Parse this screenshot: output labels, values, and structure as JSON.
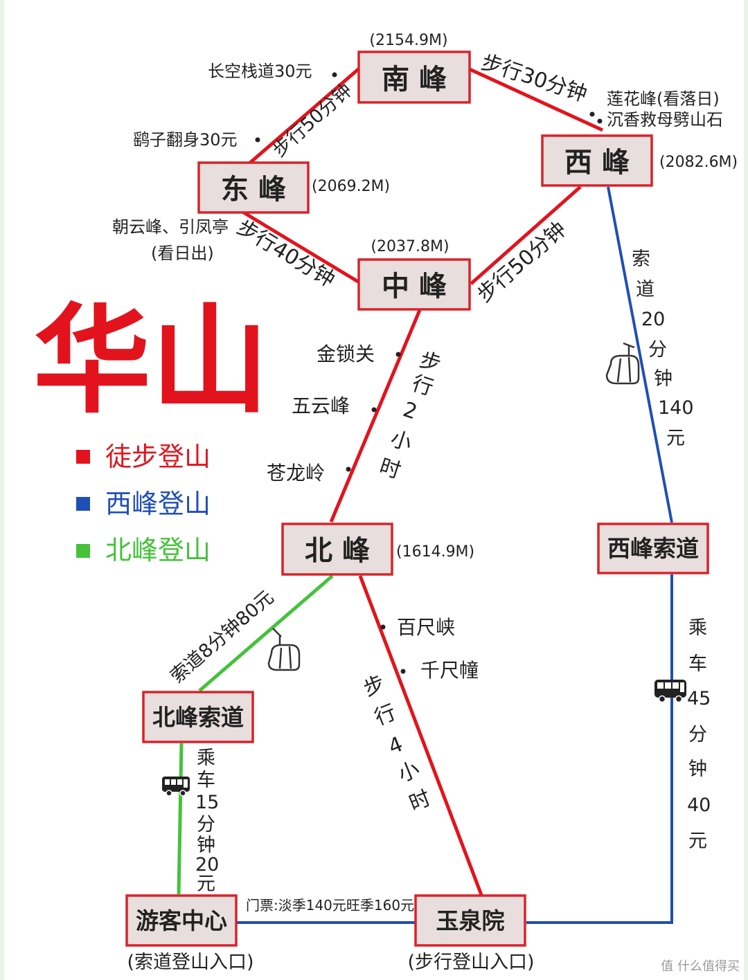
{
  "title": "华山",
  "legend": [
    {
      "label": "徒步登山",
      "color": "#e3131d"
    },
    {
      "label": "西峰登山",
      "color": "#1f4fb5"
    },
    {
      "label": "北峰登山",
      "color": "#44c23a"
    }
  ],
  "peaks": {
    "south": {
      "name": "南 峰",
      "elevation": "(2154.9M)"
    },
    "west": {
      "name": "西 峰",
      "elevation": "(2082.6M)"
    },
    "east": {
      "name": "东 峰",
      "elevation": "(2069.2M)"
    },
    "center": {
      "name": "中 峰",
      "elevation": "(2037.8M)"
    },
    "north": {
      "name": "北 峰",
      "elevation": "(1614.9M)"
    }
  },
  "stations": {
    "west_cable": "西峰索道",
    "north_cable": "北峰索道",
    "visitor_center": "游客中心",
    "yuquan": "玉泉院"
  },
  "entries": {
    "visitor_center": "(索道登山入口)",
    "yuquan": "(步行登山入口)"
  },
  "routes": {
    "south_west": "步行30分钟",
    "east_south": "步行50分钟",
    "east_center": "步行40分钟",
    "center_west": "步行50分钟",
    "center_north": [
      "步",
      "行",
      "2",
      "小",
      "时"
    ],
    "north_yuquan": [
      "步",
      "行",
      "4",
      "小",
      "时"
    ],
    "west_cable": [
      "索",
      "道",
      "20",
      "分",
      "钟",
      "140",
      "元"
    ],
    "north_cable": "索道8分钟80元",
    "bus_west": [
      "乘",
      "车",
      "45",
      "分",
      "钟",
      "40",
      "元"
    ],
    "bus_north": [
      "乘",
      "车",
      "15",
      "分",
      "钟",
      "20",
      "元"
    ],
    "ticket": "门票:淡季140元旺季160元"
  },
  "spots": {
    "changkong": "长空栈道30元",
    "yaozi": "鹞子翻身30元",
    "lianhua": "莲花峰(看落日)",
    "chenxiang": "沉香救母劈山石",
    "zhaoyun": "朝云峰、引凤亭",
    "kanrichu": "(看日出)",
    "jinsuo": "金锁关",
    "wuyun": "五云峰",
    "canglong": "苍龙岭",
    "baichi": "百尺峡",
    "qianchi": "千尺幢"
  },
  "watermark": "值 什么值得买"
}
